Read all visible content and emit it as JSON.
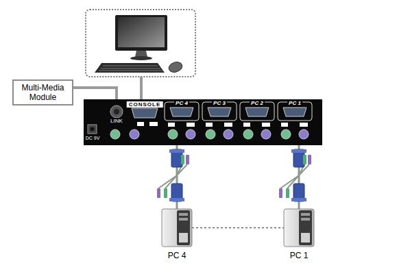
{
  "diagram": {
    "nodes": [
      {
        "text": [
          "Multi-Media Module"
        ]
      },
      {
        "text": [
          "CONSOLE",
          "PC 4",
          "PC 3",
          "PC 2",
          "PC 1",
          "LINK",
          "DC 9V"
        ]
      },
      {
        "text": [
          "PC 4"
        ]
      },
      {
        "text": [
          "PC 1"
        ]
      }
    ],
    "edges": [
      {
        "from": 0,
        "to": 1,
        "arrow": "none"
      },
      {
        "from": 2,
        "to": 1,
        "arrow": "none"
      },
      {
        "from": 3,
        "to": 1,
        "arrow": "none"
      },
      {
        "from": 2,
        "to": 3,
        "arrow": "none"
      }
    ]
  }
}
